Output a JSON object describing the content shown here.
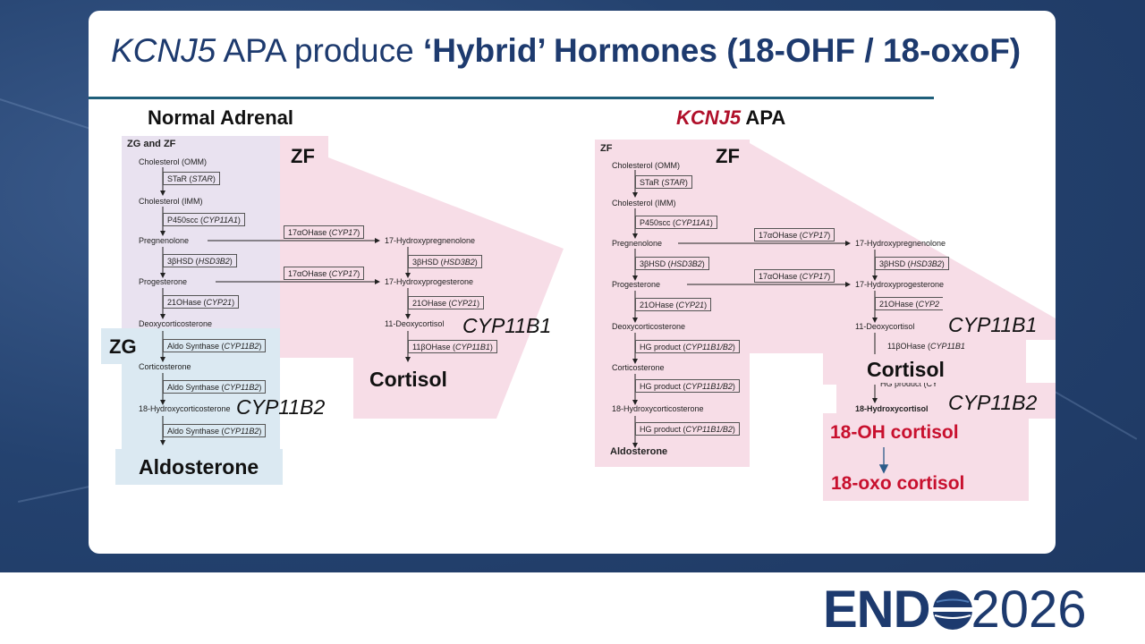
{
  "slide": {
    "title_italic": "KCNJ5",
    "title_normal": " APA produce ",
    "title_bold": "‘Hybrid’ Hormones (18-OHF / 18-oxoF)"
  },
  "left": {
    "heading": "Normal Adrenal",
    "zone_zg_zf": "ZG and ZF",
    "zone_zf": "ZF",
    "zone_zg": "ZG",
    "nodes": {
      "chol_omm": "Cholesterol (OMM)",
      "chol_imm": "Cholesterol (IMM)",
      "preg": "Pregnenolone",
      "prog": "Progesterone",
      "doc": "Deoxycorticosterone",
      "cort": "Corticosterone",
      "ohcort": "18-Hydroxycorticosterone",
      "ohpreg": "17-Hydroxypregnenolone",
      "ohprog": "17-Hydroxyprogesterone",
      "deoxycortisol": "11-Deoxycortisol"
    },
    "enzymes": {
      "star": "STaR (",
      "star_gene": "STAR",
      "p450": "P450scc (",
      "p450_gene": "CYP11A1",
      "hsd": "3βHSD (",
      "hsd_gene": "HSD3B2",
      "oh21": "21OHase (",
      "oh21_gene": "CYP21",
      "aldo": "Aldo Synthase (",
      "aldo_gene": "CYP11B2",
      "oh17": "17αOHase (",
      "oh17_gene": "CYP17",
      "oh11": "11βOHase (",
      "oh11_gene": "CYP11B1",
      "close": ")"
    },
    "cyp11b1": "CYP11B1",
    "cyp11b2": "CYP11B2",
    "cortisol": "Cortisol",
    "aldosterone": "Aldosterone"
  },
  "right": {
    "heading_italic": "KCNJ5",
    "heading_rest": " APA",
    "zone_zf_small": "ZF",
    "zone_zf": "ZF",
    "nodes": {
      "chol_omm": "Cholesterol (OMM)",
      "chol_imm": "Cholesterol (IMM)",
      "preg": "Pregnenolone",
      "prog": "Progesterone",
      "doc": "Deoxycorticosterone",
      "cort": "Corticosterone",
      "ohcort": "18-Hydroxycorticosterone",
      "aldo": "Aldosterone",
      "ohpreg": "17-Hydroxypregnenolone",
      "ohprog": "17-Hydroxyprogesterone",
      "deoxycortisol": "11-Deoxycortisol",
      "hydroxycortisol": "18-Hydroxycortisol"
    },
    "enzymes": {
      "hg": "HG product (",
      "hg_gene": "CYP11B1/B2",
      "hg_cut": "HG product (CY",
      "oh21_cut": "21OHase (",
      "oh21_cut_gene": "CYP2",
      "oh11_cut": "11βOHase (",
      "oh11_cut_gene": "CYP11B1"
    },
    "cyp11b1": "CYP11B1",
    "cyp11b2": "CYP11B2",
    "cortisol": "Cortisol",
    "oh_cortisol": "18-OH cortisol",
    "oxo_cortisol": "18-oxo cortisol"
  },
  "colors": {
    "navy": "#1d3a6e",
    "pink": "#f7dde7",
    "lilac": "#e9e2f0",
    "blue": "#dbe9f2",
    "red": "#c8102e"
  },
  "logo": {
    "end": "END",
    "year": "2026"
  }
}
